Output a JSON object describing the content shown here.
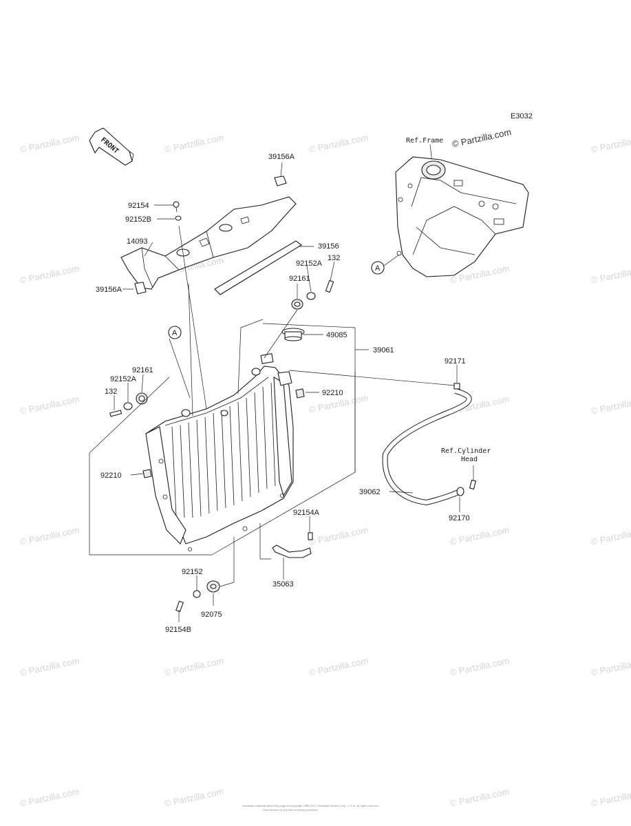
{
  "diagram_code": "E3032",
  "front_label": "FRONT",
  "ref_frame": "Ref.Frame",
  "ref_cylinder_line1": "Ref.Cylinder",
  "ref_cylinder_line2": "Head",
  "watermark": "© Partzilla.com",
  "callout_letter": "A",
  "footer_line1": "Kawasaki materials within this page are copyright 1985-2017. Kawasaki Motors Corp., U.S.A. All rights reserved.",
  "footer_line2": "Reproduction in any form is strictly prohibited",
  "parts": {
    "p39156A_top": "39156A",
    "p92154": "92154",
    "p92152B": "92152B",
    "p14093": "14093",
    "p39156": "39156",
    "p92152A_top": "92152A",
    "p132_top": "132",
    "p92161_top": "92161",
    "p39156A_left": "39156A",
    "p49085": "49085",
    "p39061": "39061",
    "p92161_left": "92161",
    "p92152A_left": "92152A",
    "p132_left": "132",
    "p92210_right": "92210",
    "p92171": "92171",
    "p92210_left": "92210",
    "p39062": "39062",
    "p92170": "92170",
    "p92154A": "92154A",
    "p92152": "92152",
    "p35063": "35063",
    "p92075": "92075",
    "p92154B": "92154B"
  }
}
